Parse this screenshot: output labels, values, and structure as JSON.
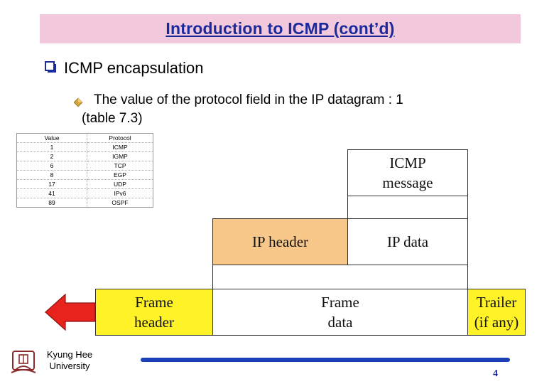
{
  "slide": {
    "title": "Introduction to ICMP (cont’d)",
    "heading": "ICMP encapsulation",
    "sub_line1": "The value of the protocol field in the IP datagram : 1",
    "sub_line2": "(table 7.3)"
  },
  "protocol_table": {
    "headers": [
      "Value",
      "Protocol"
    ],
    "rows": [
      [
        "1",
        "ICMP"
      ],
      [
        "2",
        "IGMP"
      ],
      [
        "6",
        "TCP"
      ],
      [
        "8",
        "EGP"
      ],
      [
        "17",
        "UDP"
      ],
      [
        "41",
        "IPv6"
      ],
      [
        "89",
        "OSPF"
      ]
    ]
  },
  "diagram": {
    "icmp_message": "ICMP message",
    "ip_header": "IP header",
    "ip_data": "IP data",
    "frame_header": "Frame header",
    "frame_data": "Frame data",
    "trailer": "Trailer (if any)"
  },
  "footer": {
    "university": "Kyung Hee University",
    "page_number": "4"
  },
  "colors": {
    "title_bg": "#f2c8dc",
    "title_text": "#1a2a9c",
    "ip_header_fill": "#f8c88a",
    "frame_fill": "#fff227",
    "arrow_red": "#e8231e",
    "footer_bar": "#1a3fb8"
  }
}
